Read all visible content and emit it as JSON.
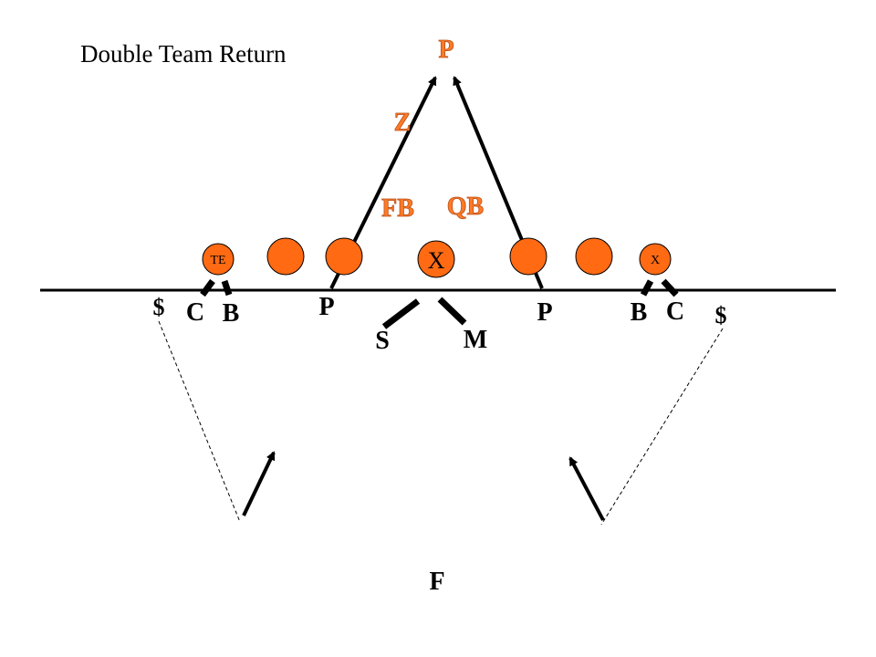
{
  "title": "Double Team Return",
  "offense": {
    "color": "#ff6a13",
    "label_color": "#ff7a26",
    "backs": {
      "punter": "P",
      "z": "Z",
      "fb": "FB",
      "qb": "QB"
    },
    "line": {
      "te": "TE",
      "center": "X",
      "split_end": "X"
    }
  },
  "defense": {
    "left_contain": "$",
    "left_corner": "C",
    "left_block": "B",
    "left_rusher": "P",
    "sam": "S",
    "mike": "M",
    "right_rusher": "P",
    "right_block": "B",
    "right_corner": "C",
    "right_contain": "$",
    "returner": "F"
  }
}
